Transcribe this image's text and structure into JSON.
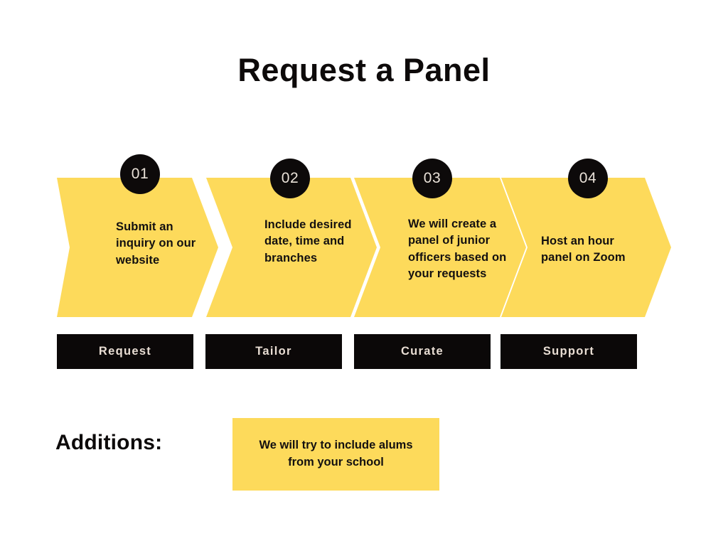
{
  "title": "Request a Panel",
  "theme": {
    "background": "#FFFFFF",
    "accent_yellow": "#FDDA5B",
    "dark": "#0D0A0A",
    "cream_text": "#E9DED4"
  },
  "steps": [
    {
      "number": "01",
      "text": "Submit an inquiry on our website",
      "label": "Request"
    },
    {
      "number": "02",
      "text": "Include desired date, time and branches",
      "label": "Tailor"
    },
    {
      "number": "03",
      "text": "We will create a panel of junior officers based on your requests",
      "label": "Curate"
    },
    {
      "number": "04",
      "text": "Host an hour panel on Zoom",
      "label": "Support"
    }
  ],
  "additions": {
    "label": "Additions:",
    "note": "We will try to include alums from your school"
  }
}
